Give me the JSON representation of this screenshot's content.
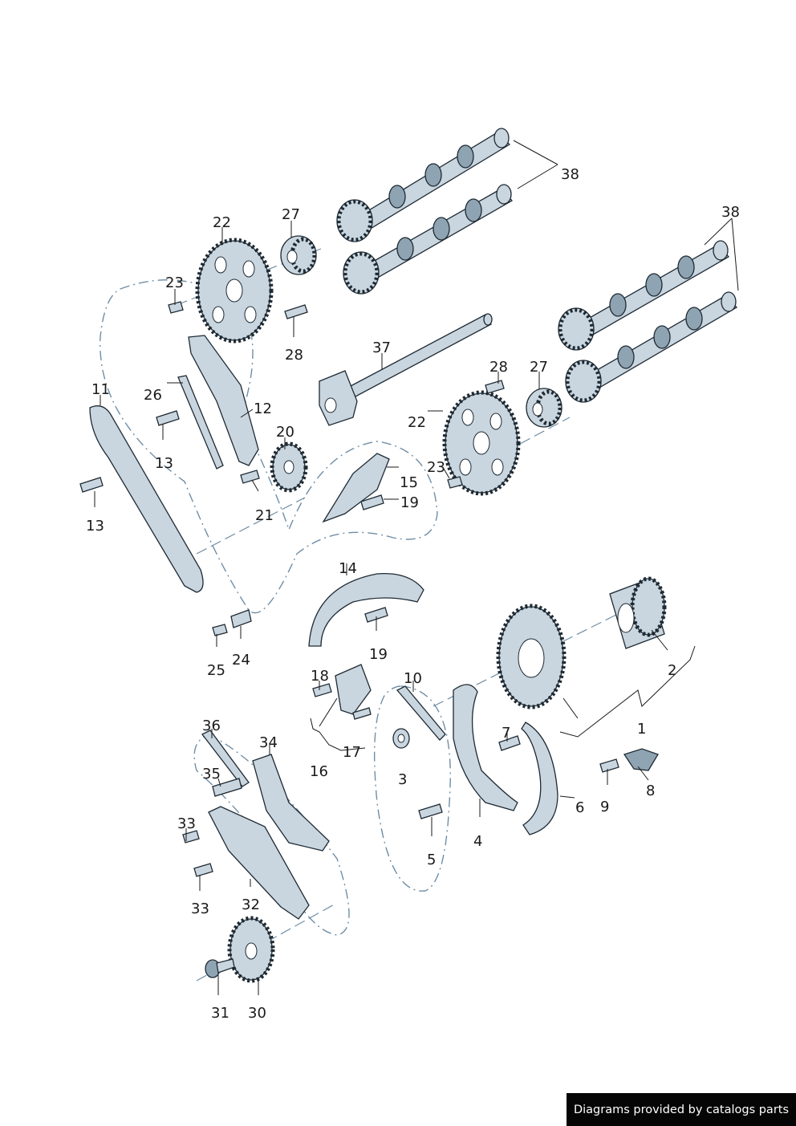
{
  "callouts": [
    {
      "id": "p1",
      "text": "1"
    },
    {
      "id": "p2",
      "text": "2"
    },
    {
      "id": "p3",
      "text": "3"
    },
    {
      "id": "p4",
      "text": "4"
    },
    {
      "id": "p5",
      "text": "5"
    },
    {
      "id": "p6",
      "text": "6"
    },
    {
      "id": "p7",
      "text": "7"
    },
    {
      "id": "p8",
      "text": "8"
    },
    {
      "id": "p9",
      "text": "9"
    },
    {
      "id": "p10",
      "text": "10"
    },
    {
      "id": "p11",
      "text": "11"
    },
    {
      "id": "p12",
      "text": "12"
    },
    {
      "id": "p13a",
      "text": "13"
    },
    {
      "id": "p13b",
      "text": "13"
    },
    {
      "id": "p14",
      "text": "14"
    },
    {
      "id": "p15",
      "text": "15"
    },
    {
      "id": "p16",
      "text": "16"
    },
    {
      "id": "p17",
      "text": "17"
    },
    {
      "id": "p18",
      "text": "18"
    },
    {
      "id": "p19a",
      "text": "19"
    },
    {
      "id": "p19b",
      "text": "19"
    },
    {
      "id": "p20",
      "text": "20"
    },
    {
      "id": "p21",
      "text": "21"
    },
    {
      "id": "p22a",
      "text": "22"
    },
    {
      "id": "p22b",
      "text": "22"
    },
    {
      "id": "p23a",
      "text": "23"
    },
    {
      "id": "p23b",
      "text": "23"
    },
    {
      "id": "p24",
      "text": "24"
    },
    {
      "id": "p25",
      "text": "25"
    },
    {
      "id": "p26",
      "text": "26"
    },
    {
      "id": "p27a",
      "text": "27"
    },
    {
      "id": "p27b",
      "text": "27"
    },
    {
      "id": "p28a",
      "text": "28"
    },
    {
      "id": "p28b",
      "text": "28"
    },
    {
      "id": "p30",
      "text": "30"
    },
    {
      "id": "p31",
      "text": "31"
    },
    {
      "id": "p32",
      "text": "32"
    },
    {
      "id": "p33a",
      "text": "33"
    },
    {
      "id": "p33b",
      "text": "33"
    },
    {
      "id": "p34",
      "text": "34"
    },
    {
      "id": "p35",
      "text": "35"
    },
    {
      "id": "p36",
      "text": "36"
    },
    {
      "id": "p37",
      "text": "37"
    },
    {
      "id": "p38a",
      "text": "38"
    },
    {
      "id": "p38b",
      "text": "38"
    }
  ],
  "credit": {
    "text": "Diagrams provided by catalogs parts"
  },
  "colors": {
    "part_fill": "#c9d6e0",
    "part_shade": "#8fa4b3",
    "outline": "#1e2a33",
    "chain_line": "#6f8ea6",
    "badge_bg": "#050505"
  }
}
